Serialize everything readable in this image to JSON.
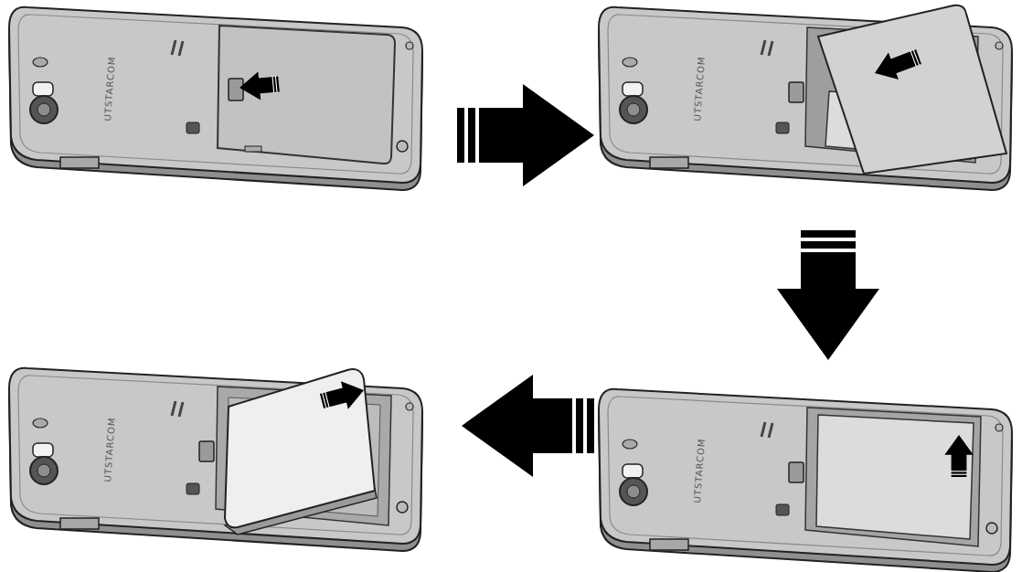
{
  "diagram": {
    "nodes": [
      {
        "text": [
          "UTSTARCOM"
        ]
      },
      {
        "text": [
          "UTSTARCOM"
        ]
      },
      {
        "text": [
          "UTSTARCOM"
        ]
      },
      {
        "text": [
          "UTSTARCOM"
        ]
      }
    ],
    "edges": [
      {
        "from": 0,
        "to": 1,
        "arrow": "to"
      },
      {
        "from": 1,
        "to": 2,
        "arrow": "to"
      },
      {
        "from": 2,
        "to": 3,
        "arrow": "to"
      }
    ]
  }
}
